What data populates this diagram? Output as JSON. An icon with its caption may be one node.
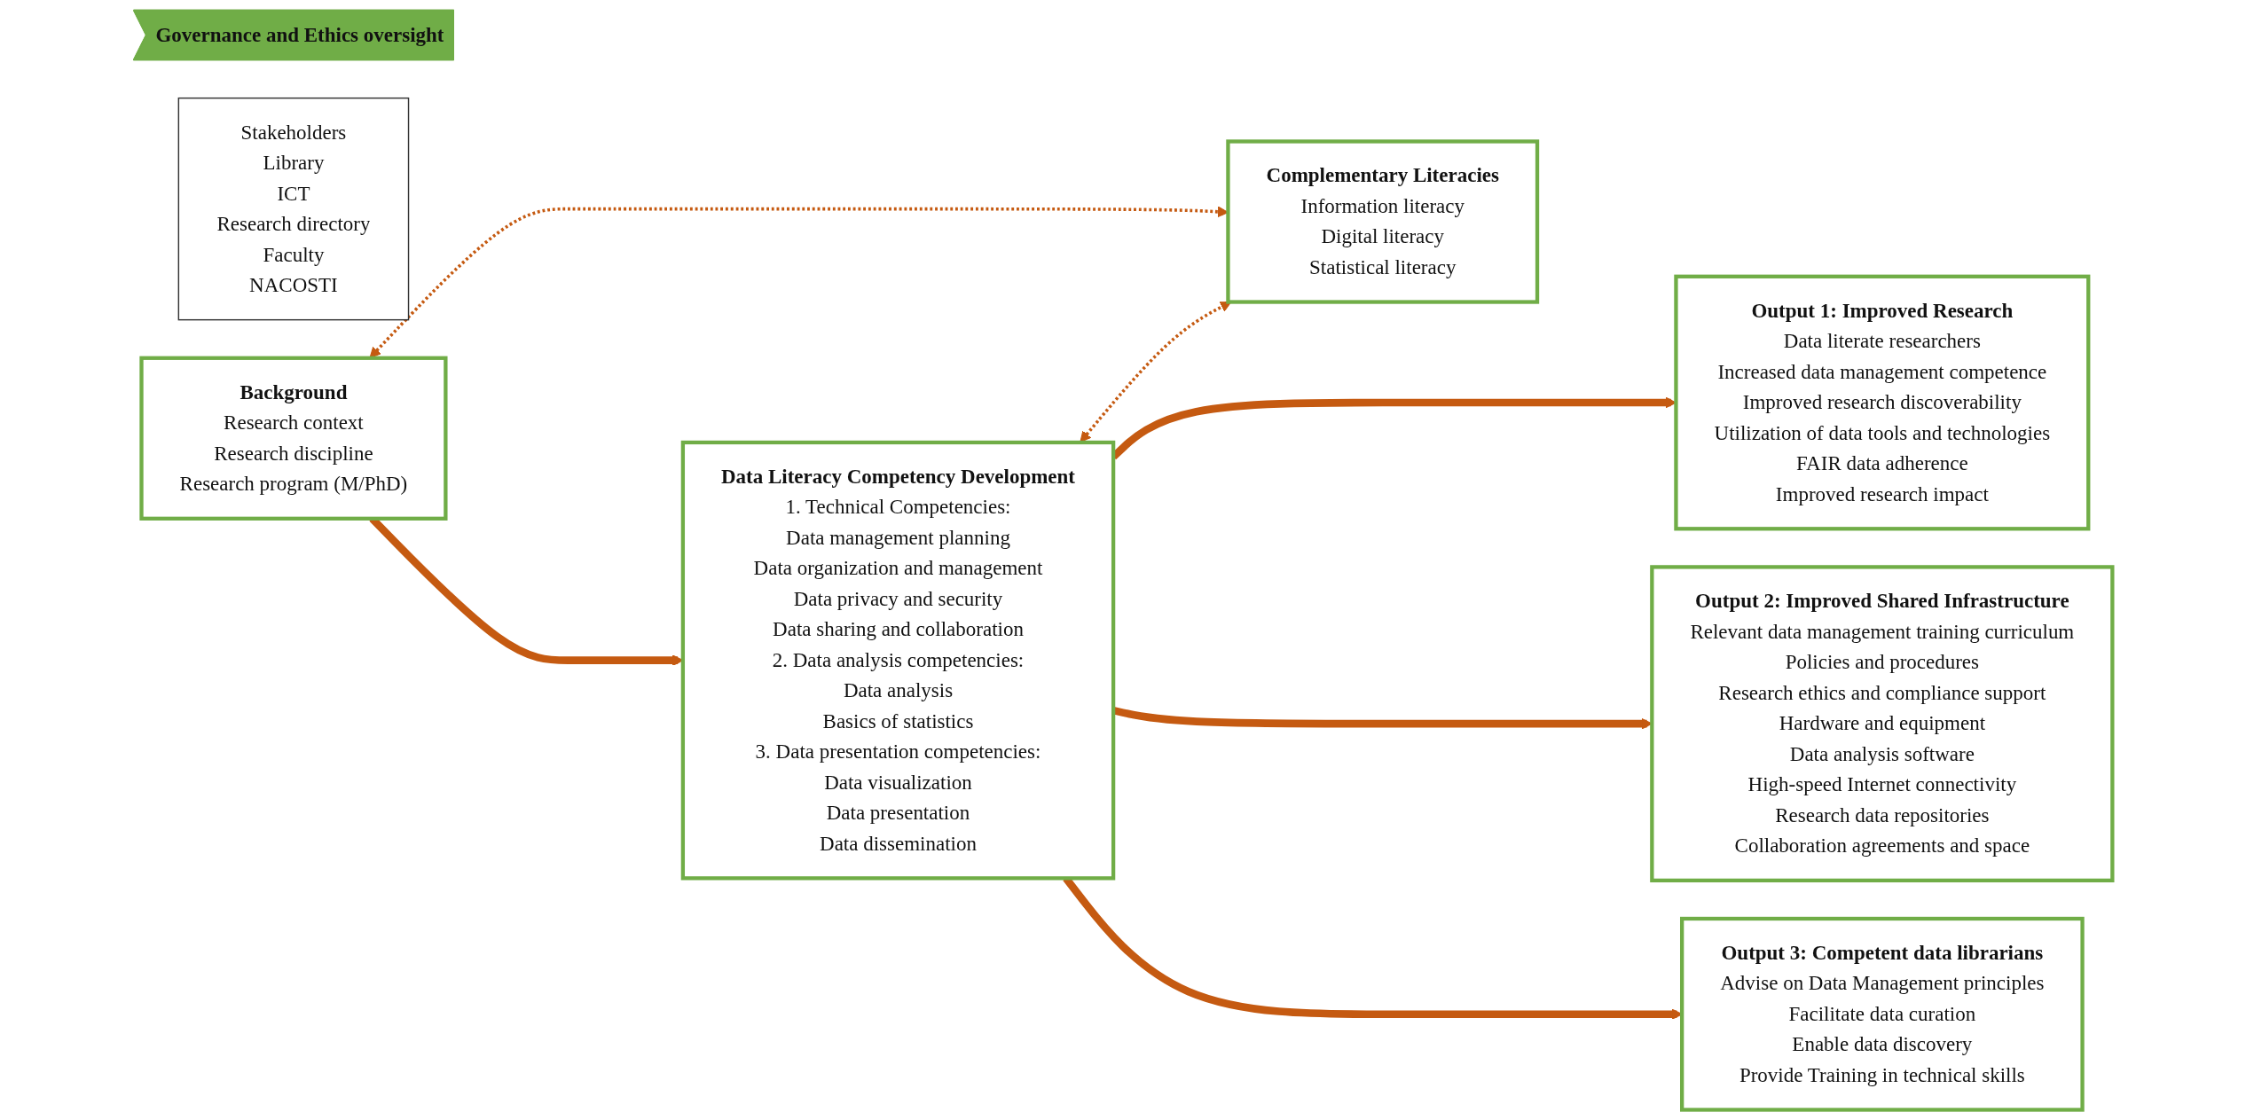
{
  "diagram": {
    "nodes": [
      {
        "text": [
          "Governance and Ethics oversight"
        ]
      },
      {
        "text": [
          "Stakeholders",
          "Library",
          "ICT",
          "Research directory",
          "Faculty",
          "NACOSTI"
        ]
      },
      {
        "text": [
          "Background",
          "Research context",
          "Research discipline",
          "Research program (M/PhD)"
        ]
      },
      {
        "text": [
          "Complementary Literacies",
          "Information literacy",
          "Digital literacy",
          "Statistical literacy"
        ]
      },
      {
        "text": [
          "Data Literacy Competency Development",
          "1. Technical Competencies:",
          "Data management planning",
          "Data organization and management",
          "Data privacy and security",
          "Data sharing and collaboration",
          "2. Data analysis competencies:",
          "Data analysis",
          "Basics of statistics",
          "3. Data presentation competencies:",
          "Data visualization",
          "Data presentation",
          "Data dissemination"
        ]
      },
      {
        "text": [
          "Output 1: Improved Research",
          "Data literate researchers",
          "Increased data management competence",
          "Improved research discoverability",
          "Utilization of data tools and technologies",
          "FAIR data adherence",
          "Improved research impact"
        ]
      },
      {
        "text": [
          "Output 2: Improved Shared Infrastructure",
          "Relevant data management training curriculum",
          "Policies and procedures",
          "Research ethics and compliance support",
          "Hardware and equipment",
          "Data analysis software",
          "High-speed Internet connectivity",
          "Research data repositories",
          "Collaboration agreements and space"
        ]
      },
      {
        "text": [
          "Output 3: Competent data librarians",
          "Advise on Data Management principles",
          "Facilitate data curation",
          "Enable data discovery",
          "Provide Training in technical skills"
        ]
      }
    ],
    "edges": [
      {
        "from": 2,
        "to": 4,
        "arrow": "to"
      },
      {
        "from": 2,
        "to": 3,
        "arrow": "both",
        "style": "dashed"
      },
      {
        "from": 4,
        "to": 3,
        "arrow": "both",
        "style": "dashed"
      },
      {
        "from": 4,
        "to": 5,
        "arrow": "to"
      },
      {
        "from": 4,
        "to": 6,
        "arrow": "to"
      },
      {
        "from": 4,
        "to": 7,
        "arrow": "to"
      }
    ]
  }
}
